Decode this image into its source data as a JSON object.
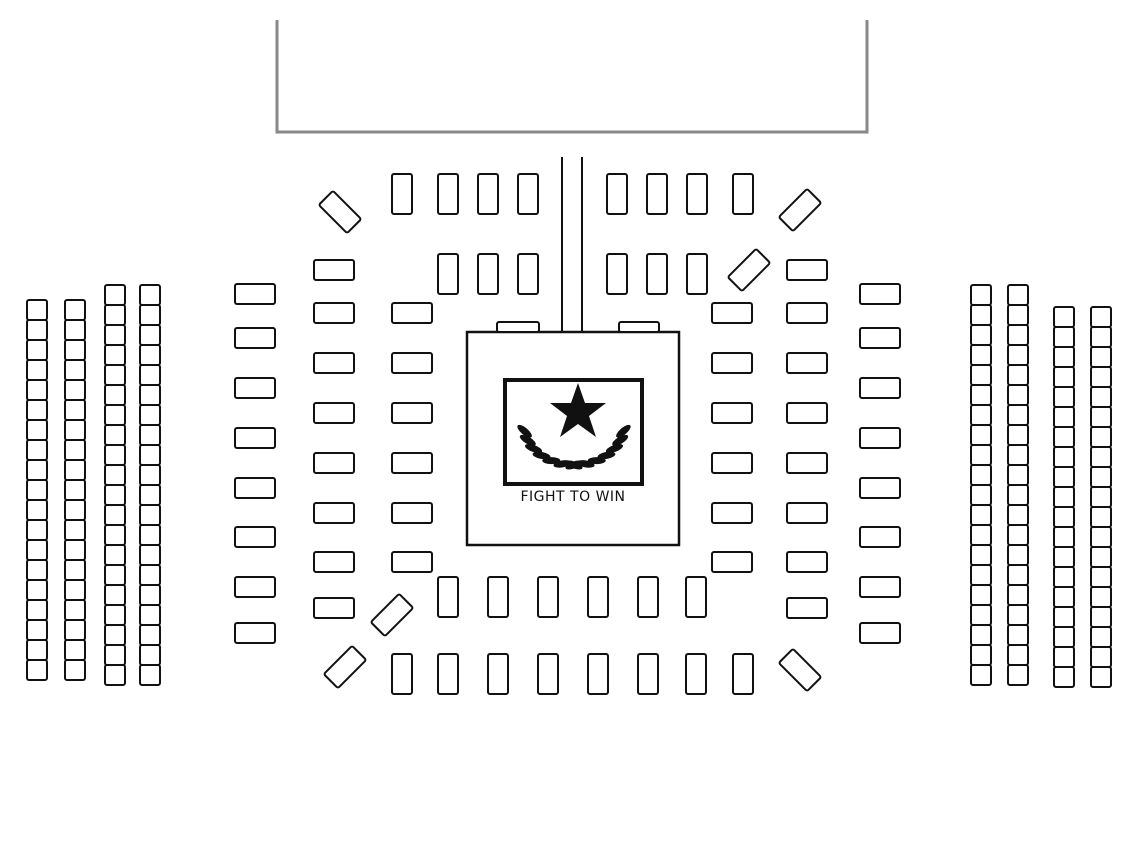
{
  "colors": {
    "stroke": "#111111",
    "background": "#ffffff",
    "stage_stroke": "#888888"
  },
  "ring": {
    "logo_text": "FIGHT TO WIN",
    "logo_icon": "star-laurel-icon"
  },
  "bleachers": {
    "left": [
      {
        "seats": 19
      },
      {
        "seats": 19
      },
      {
        "seats": 20
      },
      {
        "seats": 20
      }
    ],
    "right": [
      {
        "seats": 20
      },
      {
        "seats": 20
      },
      {
        "seats": 19
      },
      {
        "seats": 19
      }
    ]
  }
}
